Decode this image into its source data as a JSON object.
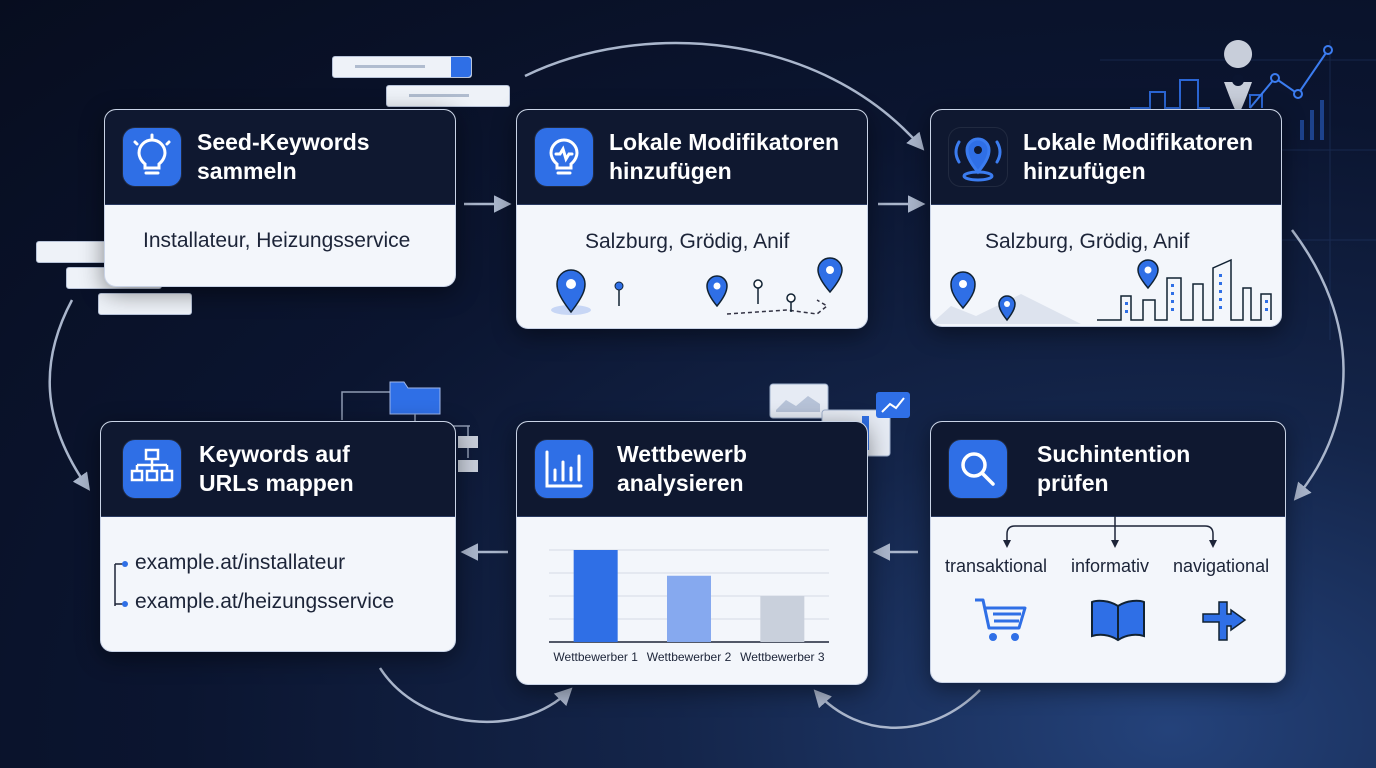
{
  "steps": [
    {
      "title_line1": "Seed-Keywords",
      "title_line2": "sammeln",
      "body": "Installateur, Heizungsservice"
    },
    {
      "title_line1": "Lokale Modifikatoren",
      "title_line2": "hinzufügen",
      "body": "Salzburg, Grödig, Anif"
    },
    {
      "title_line1": "Lokale Modifikatoren",
      "title_line2": "hinzufügen",
      "body": "Salzburg, Grödig, Anif"
    },
    {
      "title_line1": "Suchintention",
      "title_line2": "prüfen",
      "intents": [
        "transaktional",
        "informativ",
        "navigational"
      ]
    },
    {
      "title_line1": "Wettbewerb",
      "title_line2": "analysieren"
    },
    {
      "title_line1": "Keywords auf",
      "title_line2": "URLs mappen",
      "urls": [
        "example.at/installateur",
        "example.at/heizungsservice"
      ]
    }
  ],
  "chart_data": {
    "type": "bar",
    "categories": [
      "Wettbewerber 1",
      "Wettbewerber 2",
      "Wettbewerber 3"
    ],
    "values": [
      1.0,
      0.72,
      0.5
    ],
    "colors": [
      "#2f6fe6",
      "#86a9ef",
      "#c9d0dc"
    ]
  },
  "icons": {
    "step1": "lightbulb-icon",
    "step2": "lightbulb-pin-icon",
    "step3": "map-pin-icon",
    "step4": "magnifier-icon",
    "step5": "bar-chart-icon",
    "step6": "sitemap-icon",
    "intent1": "shopping-cart-icon",
    "intent2": "open-book-icon",
    "intent3": "direction-sign-icon"
  },
  "colors": {
    "accent": "#2f6fe6",
    "card_header": "#0f1830",
    "card_body": "#f3f6fb",
    "background": "#0b1530"
  }
}
